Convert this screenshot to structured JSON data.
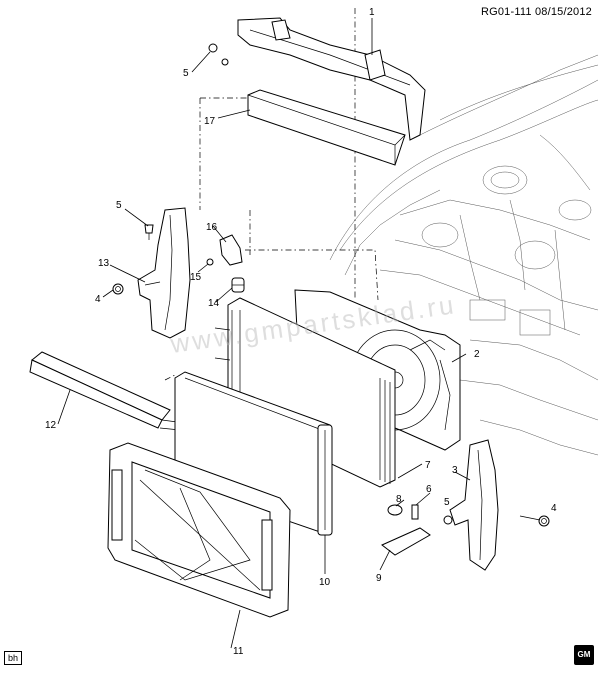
{
  "header": {
    "reference": "RG01-111  08/15/2012"
  },
  "footer": {
    "corner_tag": "bh",
    "logo_text": "GM"
  },
  "watermark": {
    "text": "www.gmpartsklad.ru"
  },
  "callouts": {
    "c1": "1",
    "c2": "2",
    "c3": "3",
    "c4a": "4",
    "c4b": "4",
    "c5a": "5",
    "c5b": "5",
    "c5c": "5",
    "c6": "6",
    "c7": "7",
    "c8": "8",
    "c9": "9",
    "c10": "10",
    "c11": "11",
    "c12": "12",
    "c13": "13",
    "c14": "14",
    "c15": "15",
    "c16": "16",
    "c17": "17"
  }
}
